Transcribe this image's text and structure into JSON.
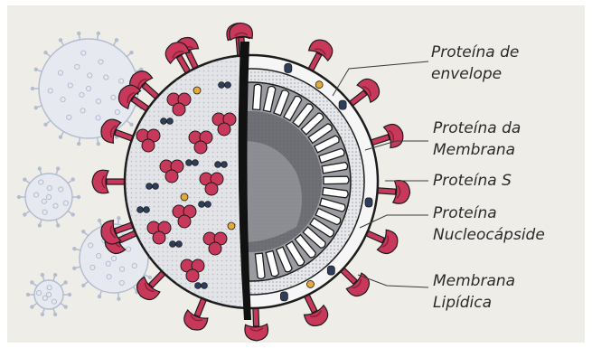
{
  "labels": [
    {
      "id": "envelope",
      "lines": [
        "Proteína de",
        "envelope"
      ]
    },
    {
      "id": "membrane",
      "lines": [
        "Proteína da",
        "Membrana"
      ]
    },
    {
      "id": "spike",
      "lines": [
        "Proteína S"
      ]
    },
    {
      "id": "nucleocapsid",
      "lines": [
        "Proteína",
        "Nucleocápside"
      ]
    },
    {
      "id": "lipid",
      "lines": [
        "Membrana",
        "Lipídica"
      ]
    }
  ],
  "colors": {
    "background": "#efede7",
    "spike": "#c8385a",
    "spike_dark": "#8e1f3a",
    "outline": "#1c1c1c",
    "navy": "#2c3e5c",
    "gold": "#e4a93a",
    "interior_light": "#e3e4e8",
    "interior_mid": "#9a9ca2",
    "interior_dark": "#6e7076",
    "mini_virus": "#b3bdd0"
  }
}
